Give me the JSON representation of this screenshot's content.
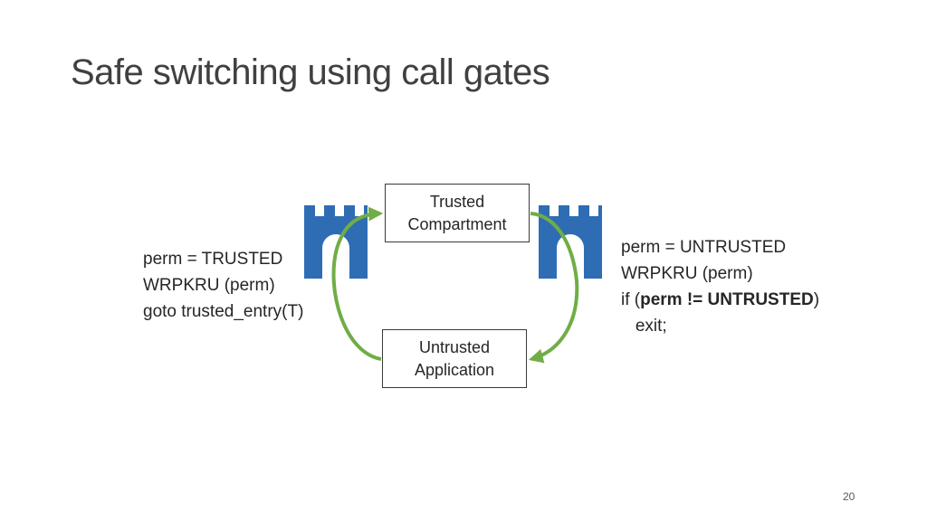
{
  "slide": {
    "title_plain": "Safe switching using ",
    "title_emphasis": "call gates",
    "page_number": "20"
  },
  "boxes": {
    "trusted": [
      "Trusted",
      "Compartment"
    ],
    "untrusted": [
      "Untrusted",
      "Application"
    ]
  },
  "code_left": {
    "line1": "perm = TRUSTED",
    "line2": "WRPKRU (perm)",
    "line3": "goto trusted_entry(T)"
  },
  "code_right": {
    "line1": "perm = UNTRUSTED",
    "line2": "WRPKRU (perm)",
    "line3_prefix": "if (",
    "line3_bold": "perm != UNTRUSTED",
    "line3_suffix": ")",
    "line4": "   exit;"
  },
  "icons": {
    "left_gate": "castle-gate-icon",
    "right_gate": "castle-gate-icon"
  },
  "colors": {
    "gate_blue": "#2e6db4",
    "arrow_green": "#70ad47",
    "title": "#404040",
    "text": "#262626"
  }
}
